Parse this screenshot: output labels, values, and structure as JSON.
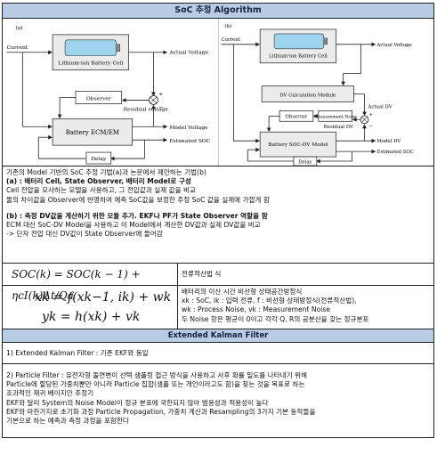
{
  "header": {
    "title": "SoC 추정 Algorithm"
  },
  "diagram_a": {
    "tag": "(a)",
    "current": "Current",
    "cell": "Lithium-ion Battery Cell",
    "actual_voltage": "Actual Voltage",
    "observer": "Observer",
    "residual": "Residual voltage",
    "plus": "+",
    "minus": "−",
    "ecm": "Battery ECM/EM",
    "model_voltage": "Model Voltage",
    "estimated_soc": "Estimated SOC",
    "delay": "Delay"
  },
  "diagram_b": {
    "tag": "(b)",
    "current": "Current",
    "cell": "Lithium-ion Battery Cell",
    "actual_voltage": "Actual Voltage",
    "dv_calc": "DV Calculation Module",
    "actual_dv": "Actual DV",
    "observer": "Observer",
    "measurement_noise": "Measurement Noise",
    "residual": "Residual DV",
    "plus": "+",
    "minus": "−",
    "model": "Battery SOC-DV Model",
    "model_dv": "Model DV",
    "estimated_soc": "Estimated SOC",
    "delay": "Delay"
  },
  "description": {
    "intro": "기존의 Model 기반의 SoC 추정 기법(a)과 논문에서 제안하는 기법(b)",
    "a_title": "(a) : 배터리 Cell, State Observer, 배터리 Model로 구성",
    "a_line1": "Cell 전압을 모사하는 모델을 사용하고, 그 전압값과 실제 값을 비교",
    "a_line2": "둘의 차이값을 Observer에 반영하여 예측 SoC값을 보정한 추정 SoC 값을 실제에 가깝게 함",
    "b_title": "(b) : 측정 DV값을 계산하기 위한 모듈 추가. EKF나 PF가 State Observer 역할을 함",
    "b_line1": "ECM 대신 SoC-DV Model을 사용하고 이 Model에서 계산한 DV값과 실제 DV값을 비교",
    "b_line2": "-> 단자 전압 대신 DV값이 State Observer에 들어감"
  },
  "equations": {
    "soc_formula": "SOC(k) = SOC(k − 1) + ηcI(k)Δt/Qa",
    "soc_desc": "전류적산법 식",
    "state_eq": "xk = f(xk−1, ik) + wk",
    "obs_eq": "yk = h(xk) + vk",
    "state_desc_1": "배터리의 이산 시간 비선형 상태공간방정식",
    "state_desc_2": "xk : SoC, ik : 입력 전류, f : 비선형 상태방정식(전류적산법),",
    "state_desc_3": "wk : Process Noise, vk : Measurement Noise",
    "state_desc_4": "두 Noise 항은 평균이 0이고 각각 Q, R의 공분산을 갖는 정규분포"
  },
  "ekf": {
    "title": "Extended Kalman Filter",
    "item1": "1) Extended Kalman Filter : 기존 EKF와 동일",
    "item2_1": "2) Particle Filter : 유전자형 돌연변이 선택 샘플링 접근 방식을 사용하고 사후 확률 밀도를 나타내기 위해",
    "item2_2": "Particle에 할당된 가중치뿐만 아니라 Particle 집합(샘플 또는 개인이라고도 함)을 찾는 것을 목표로 하는",
    "item2_3": "조과적인 재귀 베이지안 추정기",
    "item2_4": "EKF와 달리 System의 Noise Model이 정규 분포에 국한되지 않아 범용성과 적용성이 높다",
    "item2_5": "EKF와 마찬가지로 초기화 과정 Particle Propagation, 가중치 계산과 Resampling의 3가지 기본 동작들을",
    "item2_6": "기본으로 하는 예측과 측정 과정을 포함한다"
  }
}
